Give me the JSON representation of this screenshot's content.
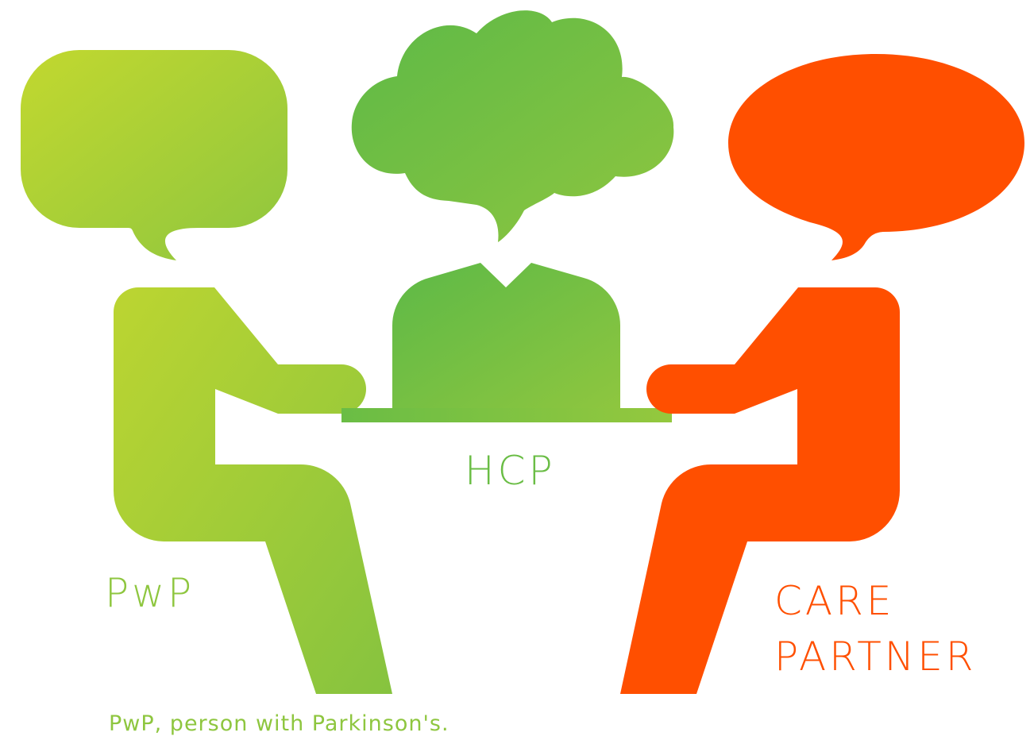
{
  "colors": {
    "pwp_light": "#c2d82f",
    "pwp_dark": "#8ec63f",
    "hcp_light": "#6abd45",
    "hcp_dark": "#8ec63f",
    "care_partner": "#ff4f00",
    "pwp_text": "#8ec63f",
    "hcp_text": "#6abd45"
  },
  "labels": {
    "hcp": "HCP",
    "pwp": "PwP",
    "care_partner_line1": "CARE",
    "care_partner_line2": "PARTNER"
  },
  "footnote": "PwP, person with Parkinson's.",
  "icons": {
    "pwp_bubble": "rounded-speech-bubble",
    "hcp_bubble": "thought-cloud",
    "care_bubble": "oval-speech-bubble",
    "pwp_figure": "seated-person-left",
    "hcp_figure": "person-behind-table",
    "care_figure": "seated-person-right",
    "table": "table"
  }
}
